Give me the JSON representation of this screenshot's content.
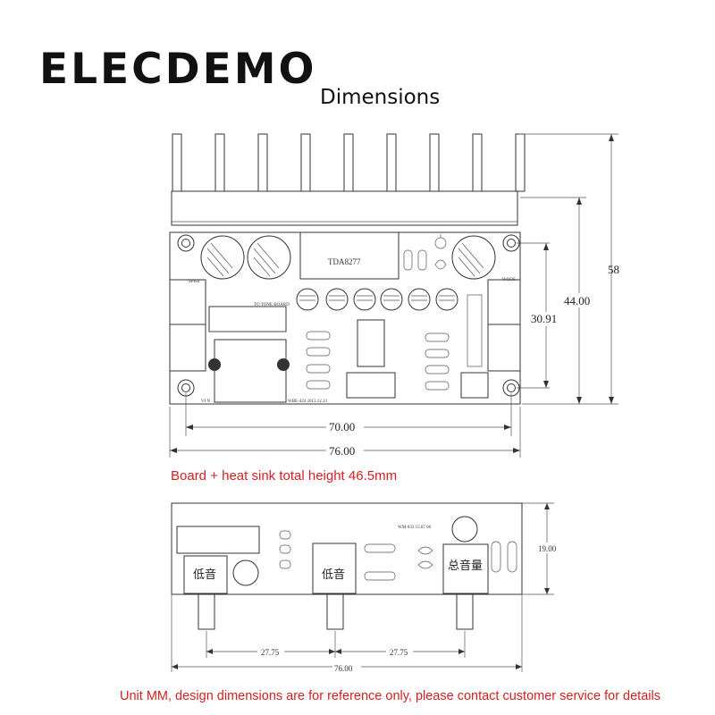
{
  "brand": "ELECDEMO",
  "title": "Dimensions",
  "top_view": {
    "chip_label": "TDA8277",
    "text_to_tone": "TO TONE BOARD",
    "text_speaker_l": "SPKR",
    "text_woof": "WOOF",
    "text_vin": "VI N",
    "text_model": "WBE-424 2013.12.13",
    "dim_width_inner": "70.00",
    "dim_width_total": "76.00",
    "dim_height_total": "58",
    "dim_height_board": "44.00",
    "dim_height_holes": "30.91"
  },
  "note_height": "Board + heat sink total height 46.5mm",
  "front_view": {
    "label_bass_1": "低音",
    "label_bass_2": "低音",
    "label_total_volume": "总音量",
    "text_model": "WM-033 15.67 06",
    "dim_spacing_1": "27.75",
    "dim_spacing_2": "27.75",
    "dim_width": "76.00",
    "dim_height": "19.00"
  },
  "note_units": "Unit MM, design dimensions are for reference only, please contact customer service for details"
}
